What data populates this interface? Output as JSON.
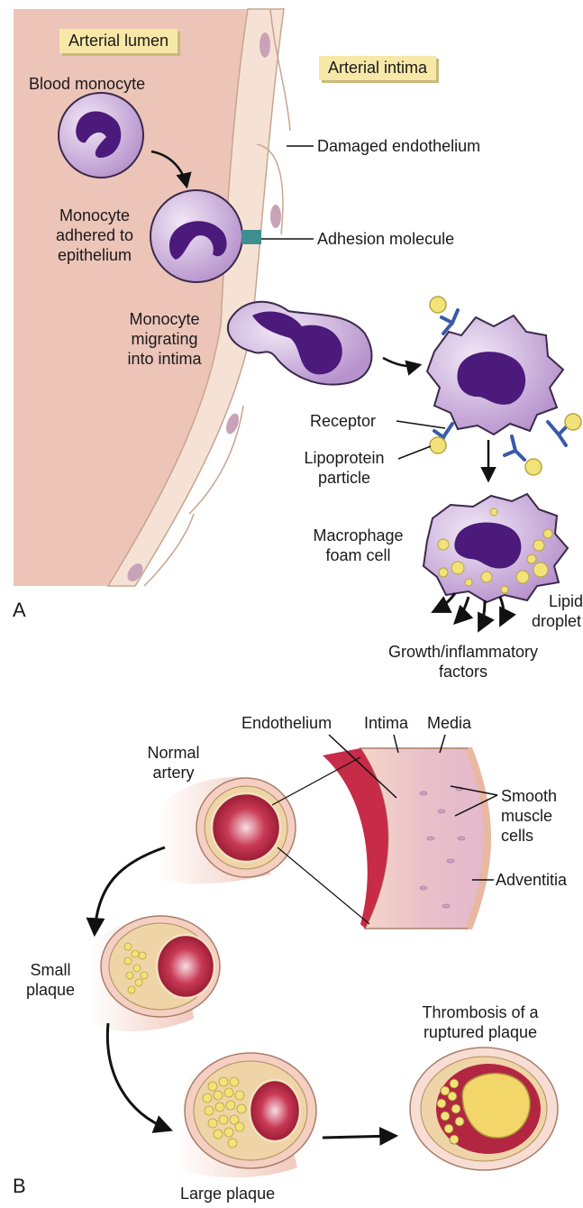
{
  "panel_a": {
    "letter": "A",
    "tag_lumen": "Arterial lumen",
    "tag_intima": "Arterial intima",
    "blood_monocyte": "Blood monocyte",
    "damaged_endothelium": "Damaged endothelium",
    "adhered_line1": "Monocyte",
    "adhered_line2": "adhered to",
    "adhered_line3": "epithelium",
    "adhesion_molecule": "Adhesion molecule",
    "migrating_line1": "Monocyte",
    "migrating_line2": "migrating",
    "migrating_line3": "into intima",
    "receptor": "Receptor",
    "lipoprotein_line1": "Lipoprotein",
    "lipoprotein_line2": "particle",
    "foam_line1": "Macrophage",
    "foam_line2": "foam cell",
    "lipid_line1": "Lipid",
    "lipid_line2": "droplet",
    "factors_line1": "Growth/inflammatory",
    "factors_line2": "factors"
  },
  "panel_b": {
    "letter": "B",
    "endothelium": "Endothelium",
    "intima": "Intima",
    "media": "Media",
    "normal_line1": "Normal",
    "normal_line2": "artery",
    "smooth_line1": "Smooth",
    "smooth_line2": "muscle",
    "smooth_line3": "cells",
    "adventitia": "Adventitia",
    "small_line1": "Small",
    "small_line2": "plaque",
    "large_plaque": "Large plaque",
    "thrombosis_line1": "Thrombosis of a",
    "thrombosis_line2": "ruptured plaque"
  },
  "colors": {
    "lumen": "#ecc4b8",
    "endothelium": "#f6e2d4",
    "monocyte": "#c5a6d6",
    "nucleus": "#4b1a7a",
    "receptor": "#3a5aa8",
    "lipid": "#f2e27a",
    "vessel_red": "#b32642",
    "tag": "#f7e8a8"
  }
}
